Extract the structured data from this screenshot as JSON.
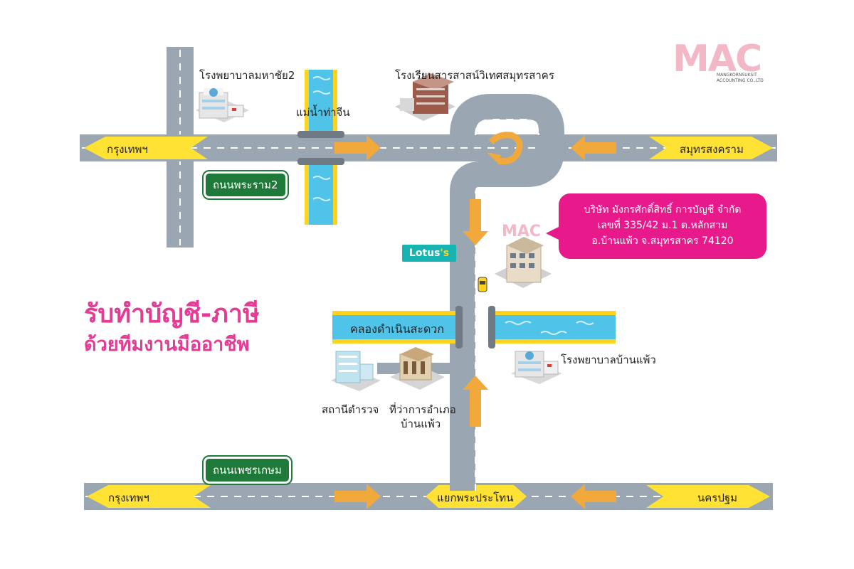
{
  "colors": {
    "road": "#9aa6b2",
    "road_edge": "#7c8894",
    "river": "#4fc3e8",
    "river_bank": "#ffd21f",
    "arrow": "#f2a93b",
    "sign_green": "#1f7a3a",
    "pink": "#e8198a",
    "slogan": "#e33c95",
    "lotus": "#17b3b0"
  },
  "logo": {
    "mark": "MAC",
    "line1": "MANGKORNSUKSIT",
    "line2": "ACCOUNTING CO.,LTD"
  },
  "landmarks": {
    "hospital_mahachai": "โรงพยาบาลมหาชัย2",
    "tha_chin_river": "แม่น้ำท่าจีน",
    "school": "โรงเรียนสารสาสน์วิเทศสมุทรสาคร",
    "lotus_name": "Lotus",
    "lotus_suffix": "'s",
    "canal": "คลองดำเนินสะดวก",
    "hospital_banphaeo": "โรงพยาบาลบ้านแพ้ว",
    "police_station": "สถานีตำรวจ",
    "district_office_1": "ที่ว่าการอำเภอ",
    "district_office_2": "บ้านแพ้ว"
  },
  "roads": {
    "rama2": "ถนนพระราม2",
    "phetkasem": "ถนนเพชรเกษม",
    "top_left_dir": "กรุงเทพฯ",
    "top_right_dir": "สมุทรสงคราม",
    "bottom_left_dir": "กรุงเทพฯ",
    "bottom_mid": "แยกพระประโทน",
    "bottom_right_dir": "นครปฐม"
  },
  "company": {
    "name": "บริษัท มังกรศักดิ์สิทธิ์ การบัญชี จำกัด",
    "address1": "เลขที่ 335/42 ม.1 ต.หลักสาม",
    "address2": "อ.บ้านแพ้ว จ.สมุทรสาคร 74120"
  },
  "slogan": {
    "line1": "รับทำบัญชี-ภาษี",
    "line2": "ด้วยทีมงานมืออาชีพ"
  }
}
